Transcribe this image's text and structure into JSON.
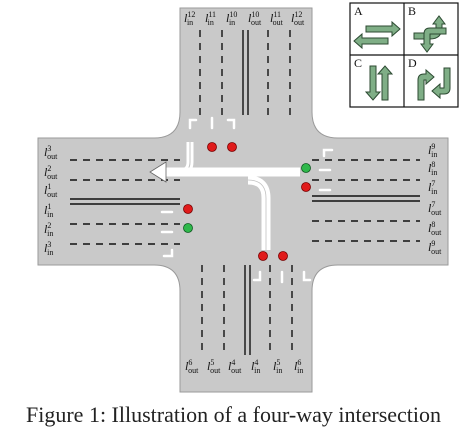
{
  "diagram": {
    "lanes": {
      "north": [
        {
          "sym": "l",
          "sup": "12",
          "sub": "in"
        },
        {
          "sym": "l",
          "sup": "11",
          "sub": "in"
        },
        {
          "sym": "l",
          "sup": "10",
          "sub": "in"
        },
        {
          "sym": "l",
          "sup": "10",
          "sub": "out"
        },
        {
          "sym": "l",
          "sup": "11",
          "sub": "out"
        },
        {
          "sym": "l",
          "sup": "12",
          "sub": "out"
        }
      ],
      "west": [
        {
          "sym": "l",
          "sup": "3",
          "sub": "out"
        },
        {
          "sym": "l",
          "sup": "2",
          "sub": "out"
        },
        {
          "sym": "l",
          "sup": "1",
          "sub": "out"
        },
        {
          "sym": "l",
          "sup": "1",
          "sub": "in"
        },
        {
          "sym": "l",
          "sup": "2",
          "sub": "in"
        },
        {
          "sym": "l",
          "sup": "3",
          "sub": "in"
        }
      ],
      "east": [
        {
          "sym": "l",
          "sup": "9",
          "sub": "in"
        },
        {
          "sym": "l",
          "sup": "8",
          "sub": "in"
        },
        {
          "sym": "l",
          "sup": "7",
          "sub": "in"
        },
        {
          "sym": "l",
          "sup": "7",
          "sub": "out"
        },
        {
          "sym": "l",
          "sup": "8",
          "sub": "out"
        },
        {
          "sym": "l",
          "sup": "9",
          "sub": "out"
        }
      ],
      "south": [
        {
          "sym": "l",
          "sup": "6",
          "sub": "out"
        },
        {
          "sym": "l",
          "sup": "5",
          "sub": "out"
        },
        {
          "sym": "l",
          "sup": "4",
          "sub": "out"
        },
        {
          "sym": "l",
          "sup": "4",
          "sub": "in"
        },
        {
          "sym": "l",
          "sup": "5",
          "sub": "in"
        },
        {
          "sym": "l",
          "sup": "6",
          "sub": "in"
        }
      ]
    },
    "phases": [
      "A",
      "B",
      "C",
      "D"
    ],
    "colors": {
      "road": "#c9c9c9",
      "signal_red": "#e01b1b",
      "signal_green": "#2fb84b",
      "phase_arrow": "#7fae86",
      "road_line": "#111111"
    }
  },
  "caption": "Figure 1: Illustration of a four-way intersection"
}
